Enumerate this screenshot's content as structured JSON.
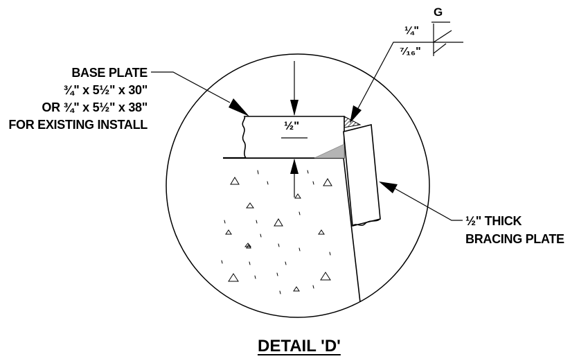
{
  "base_plate": {
    "line1": "BASE PLATE",
    "line2": "¾\" x 5½\" x 30\"",
    "line3": "OR ¾\" x 5½\" x 38\"",
    "line4": "FOR EXISTING INSTALL"
  },
  "gap_dimension": "½\"",
  "weld_symbol": {
    "letter": "G",
    "top_size": "¼\"",
    "bottom_size": "⁷⁄₁₆\""
  },
  "bracing_plate": {
    "line1": "½\" THICK",
    "line2": "BRACING PLATE"
  },
  "title": "DETAIL 'D'"
}
